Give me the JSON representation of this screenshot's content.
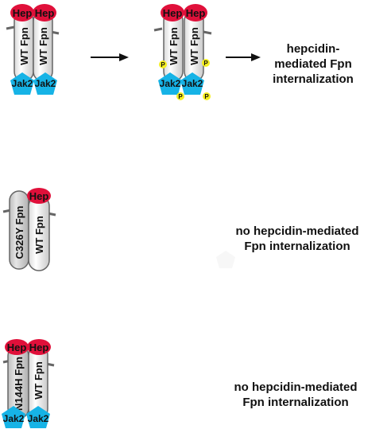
{
  "colors": {
    "hepcidin": "#e0103a",
    "jak2": "#16b3e6",
    "phospho": "#f5ef20",
    "cylinder_fill": "#f4f4f4",
    "cylinder_mutant_fill": "#d8d8d8",
    "cylinder_stroke": "#666666",
    "membrane_tick": "#666666"
  },
  "labels": {
    "hep": "Hep",
    "jak2": "Jak2",
    "wt_fpn": "WT Fpn",
    "c326y_fpn": "C326Y Fpn",
    "n144h_fpn": "N144H Fpn",
    "phospho": "P"
  },
  "captions": {
    "row1": "hepcidin-mediated Fpn internalization",
    "row2": "no hepcidin-mediated Fpn internalization",
    "row3": "no hepcidin-mediated Fpn internalization"
  }
}
